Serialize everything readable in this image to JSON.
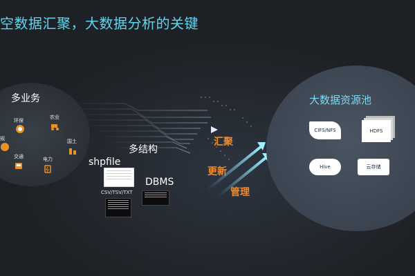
{
  "title": "空数据汇聚，大数据分析的关键",
  "left": {
    "heading": "多业务",
    "items": [
      {
        "label": "环保",
        "icon": "leaf-icon"
      },
      {
        "label": "农业",
        "icon": "tractor-icon"
      },
      {
        "label": "国土",
        "icon": "land-icon"
      },
      {
        "label": "交通",
        "icon": "bus-icon"
      },
      {
        "label": "电力",
        "icon": "power-icon"
      },
      {
        "label": "规",
        "icon": "plan-icon"
      }
    ]
  },
  "middle": {
    "heading": "多结构",
    "shpfile": "shpfile",
    "csv": "CSV/TSV/TXT",
    "dbms": "DBMS"
  },
  "actions": {
    "a1": "汇聚",
    "a2": "更新",
    "a3": "管理"
  },
  "pool": {
    "heading": "大数据资源池",
    "cifs": "CIFS/NFS",
    "hdfs": "HDFS",
    "hive": "Hive",
    "cloud": "云存储"
  },
  "colors": {
    "title": "#5fd6f0",
    "accent": "#f08a2a",
    "pool_heading": "#7fd8f2"
  }
}
